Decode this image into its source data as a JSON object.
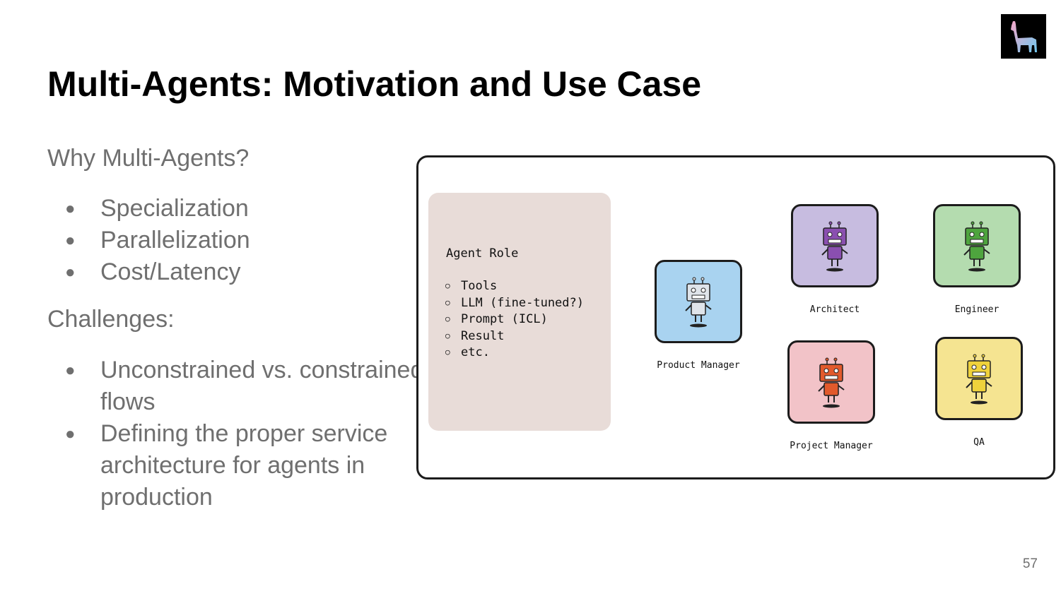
{
  "slide": {
    "title": "Multi-Agents: Motivation and Use Case",
    "page_number": "57"
  },
  "logo": {
    "icon": "llama-logo-icon",
    "background": "#000000"
  },
  "left": {
    "why_heading": "Why Multi-Agents?",
    "why_items": [
      "Specialization",
      "Parallelization",
      "Cost/Latency"
    ],
    "challenges_heading": "Challenges:",
    "challenges_items": [
      {
        "lines": [
          "Unconstrained vs. constrained",
          "flows"
        ]
      },
      {
        "lines": [
          "Defining the proper service",
          "architecture for agents in",
          "production"
        ]
      }
    ]
  },
  "figure": {
    "role_card": {
      "title": "Agent Role",
      "items": [
        "Tools",
        "LLM (fine-tuned?)",
        "Prompt (ICL)",
        "Result",
        "etc."
      ]
    },
    "agents": [
      {
        "label": "Product Manager",
        "color": "#a9d3f0",
        "robot_color": "#dfe4ea",
        "icon": "robot-icon"
      },
      {
        "label": "Architect",
        "color": "#c7bce0",
        "robot_color": "#8a4fb0",
        "icon": "robot-icon"
      },
      {
        "label": "Engineer",
        "color": "#b4dcaf",
        "robot_color": "#4ea43e",
        "icon": "robot-icon"
      },
      {
        "label": "Project Manager",
        "color": "#f2c3c8",
        "robot_color": "#e25a2c",
        "icon": "robot-icon"
      },
      {
        "label": "QA",
        "color": "#f5e491",
        "robot_color": "#efd23c",
        "icon": "robot-icon"
      }
    ]
  }
}
